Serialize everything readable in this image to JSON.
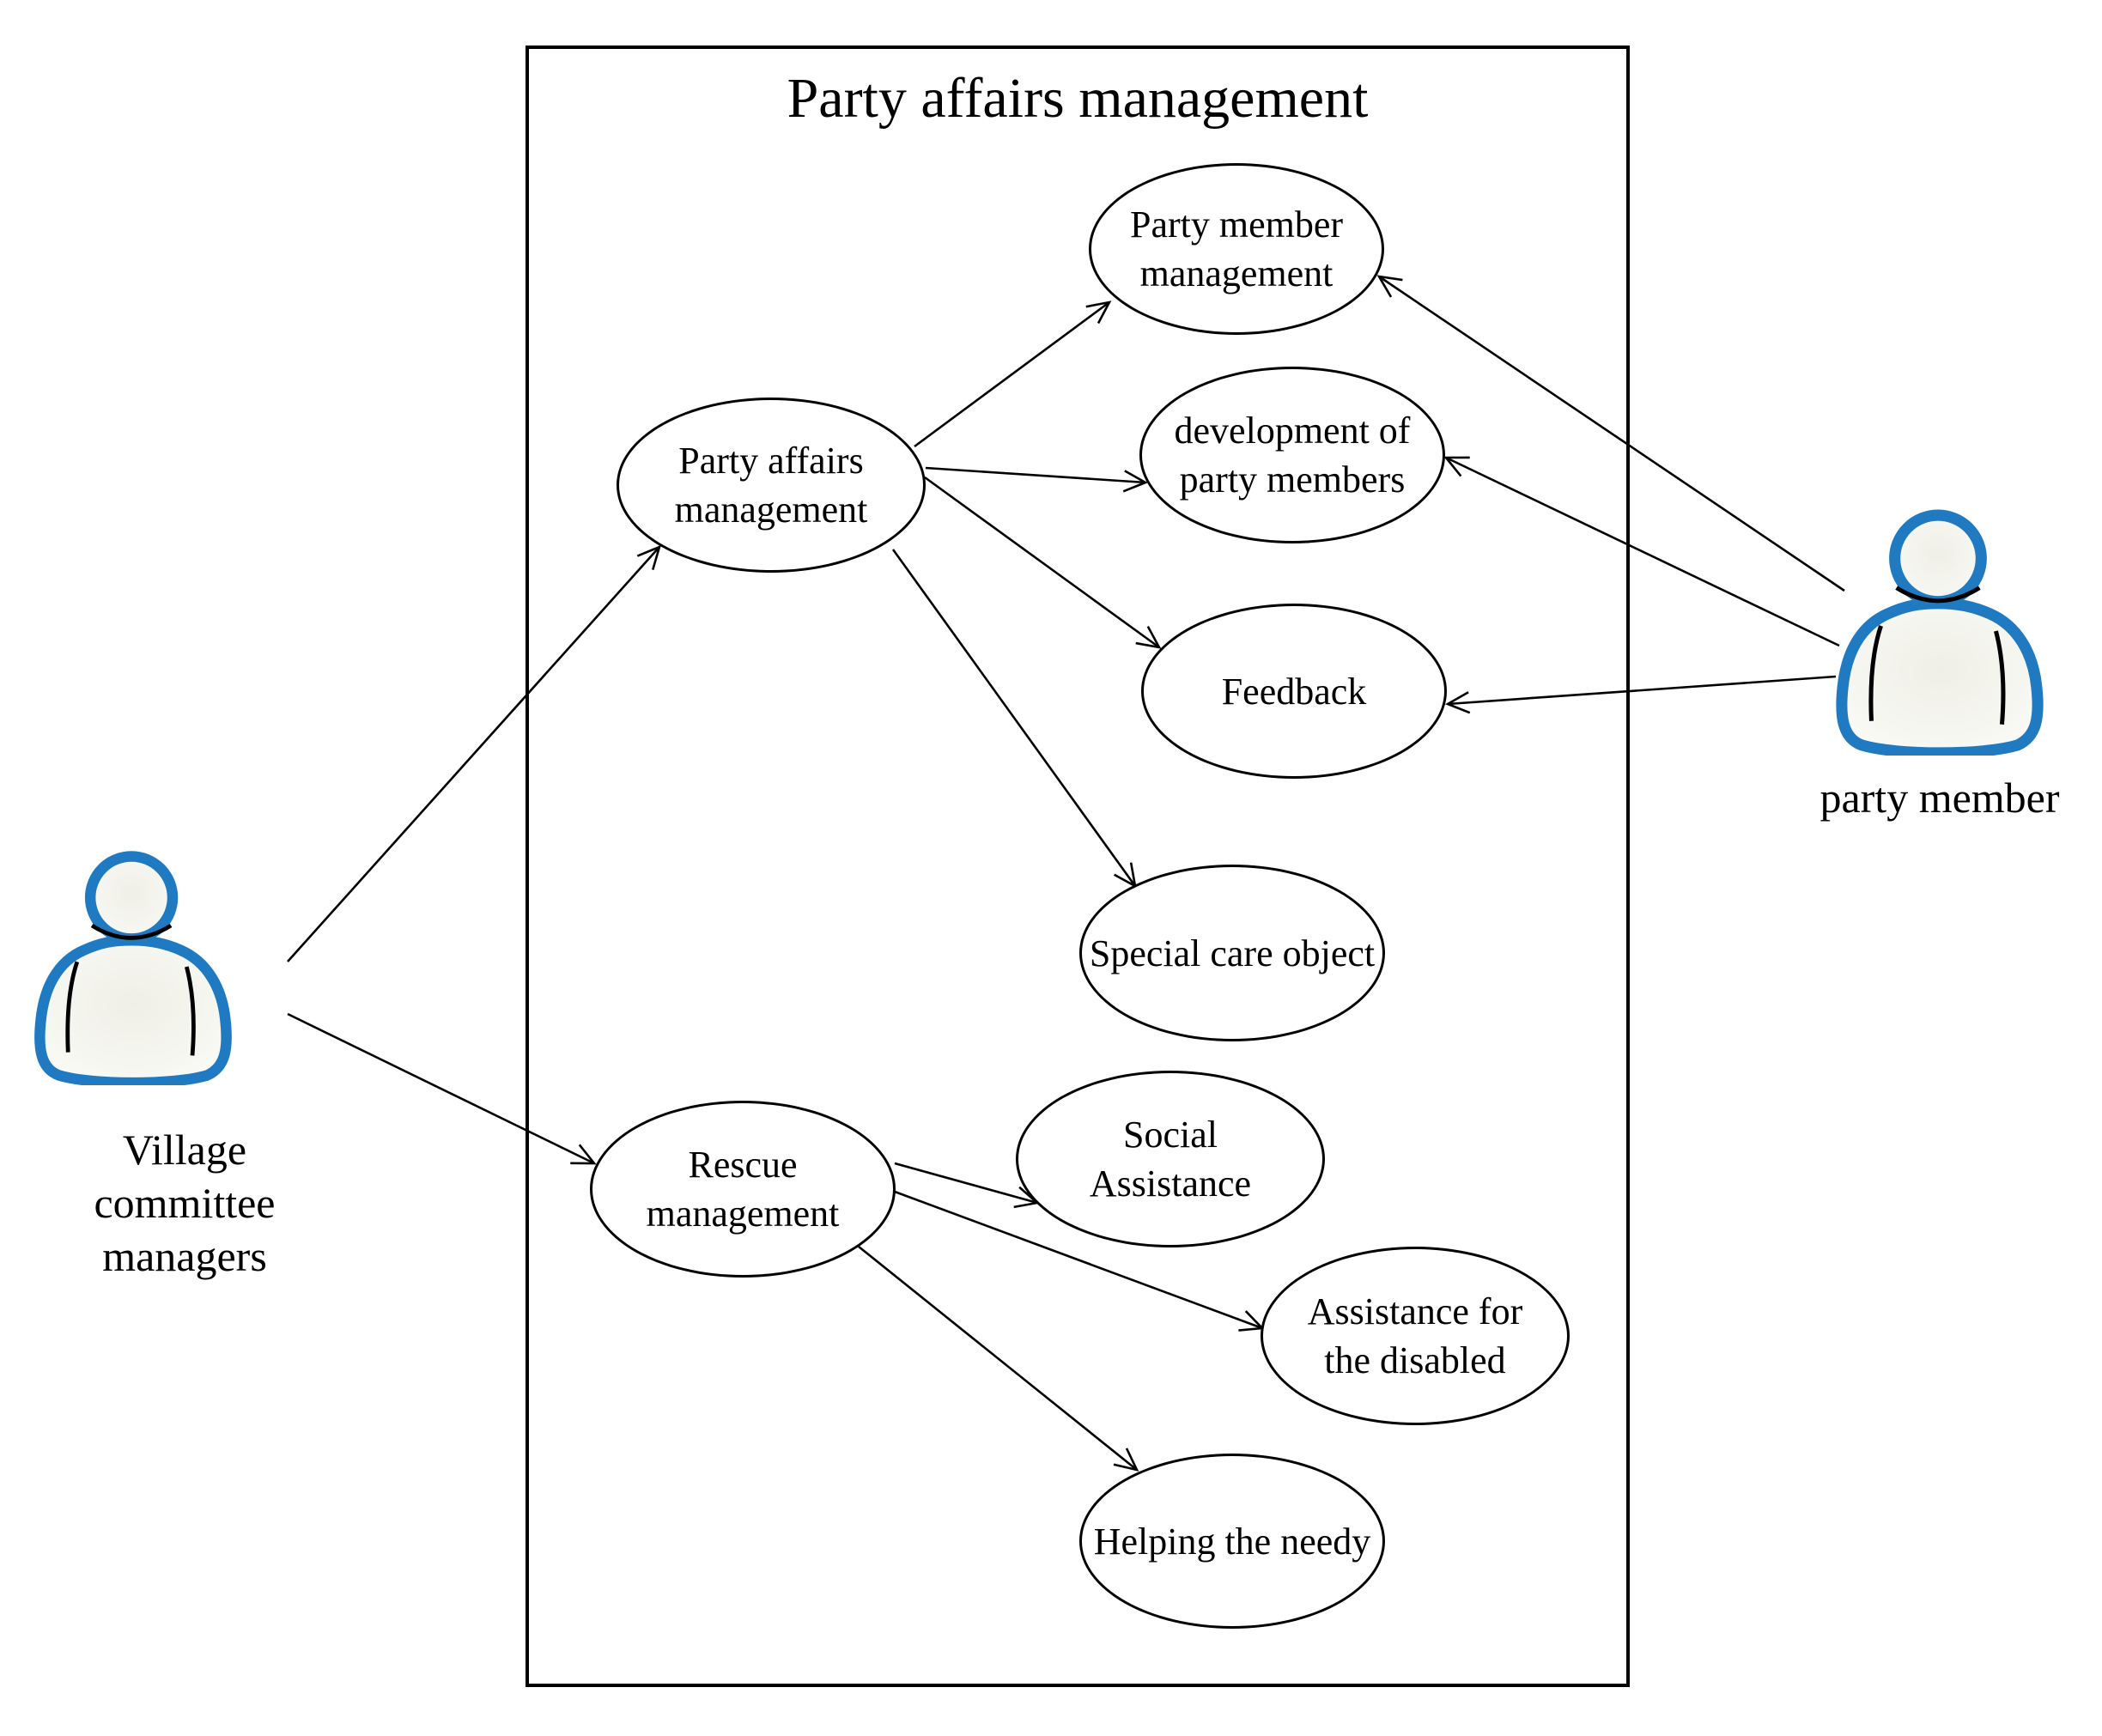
{
  "diagram": {
    "type": "uml-use-case",
    "system_boundary_title": "Party affairs management",
    "actors": [
      {
        "id": "village-committee-managers",
        "label": "Village committee managers"
      },
      {
        "id": "party-member",
        "label": "party member"
      }
    ],
    "use_cases": [
      {
        "id": "party-affairs-management",
        "label": "Party affairs management"
      },
      {
        "id": "party-member-management",
        "label": "Party member management"
      },
      {
        "id": "development-of-party-members",
        "label": "development of party members"
      },
      {
        "id": "feedback",
        "label": "Feedback"
      },
      {
        "id": "special-care-object",
        "label": "Special care object"
      },
      {
        "id": "rescue-management",
        "label": "Rescue management"
      },
      {
        "id": "social-assistance",
        "label": "Social Assistance"
      },
      {
        "id": "assistance-for-the-disabled",
        "label": "Assistance for the disabled"
      },
      {
        "id": "helping-the-needy",
        "label": "Helping the needy"
      }
    ],
    "relations": [
      {
        "from": "Village committee managers",
        "to": "Party affairs management"
      },
      {
        "from": "Village committee managers",
        "to": "Rescue management"
      },
      {
        "from": "Party affairs management",
        "to": "Party member management"
      },
      {
        "from": "Party affairs management",
        "to": "development of party members"
      },
      {
        "from": "Party affairs management",
        "to": "Feedback"
      },
      {
        "from": "Party affairs management",
        "to": "Special care object"
      },
      {
        "from": "Rescue management",
        "to": "Social Assistance"
      },
      {
        "from": "Rescue management",
        "to": "Assistance for the disabled"
      },
      {
        "from": "Rescue management",
        "to": "Helping the needy"
      },
      {
        "from": "party member",
        "to": "Party member management"
      },
      {
        "from": "party member",
        "to": "development of party members"
      },
      {
        "from": "party member",
        "to": "Feedback"
      }
    ],
    "colors": {
      "line": "#000000",
      "actor_outline": "#1f7ac1",
      "actor_fill": "#f6f6f0",
      "background": "#ffffff"
    }
  }
}
